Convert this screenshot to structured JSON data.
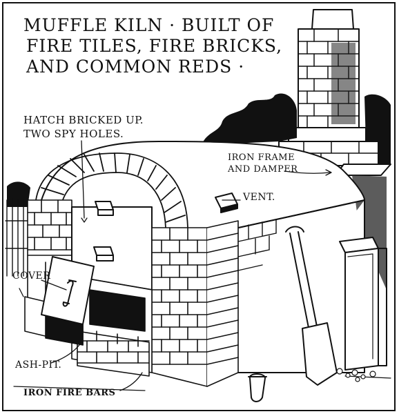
{
  "title": {
    "line1": "Muffle Kiln · Built of",
    "line2": "Fire Tiles, Fire Bricks,",
    "line3": "and Common Reds ·"
  },
  "labels": {
    "hatch_line1": "Hatch Bricked Up.",
    "hatch_line2": "Two Spy Holes.",
    "iron_frame_line1": "Iron Frame",
    "iron_frame_line2": "and Damper",
    "vent": "Vent.",
    "cover": "Cover",
    "ash_pit": "Ash-Pit.",
    "iron_fire_bars": "Iron Fire Bars"
  },
  "colors": {
    "ink": "#111111",
    "paper": "#ffffff"
  }
}
